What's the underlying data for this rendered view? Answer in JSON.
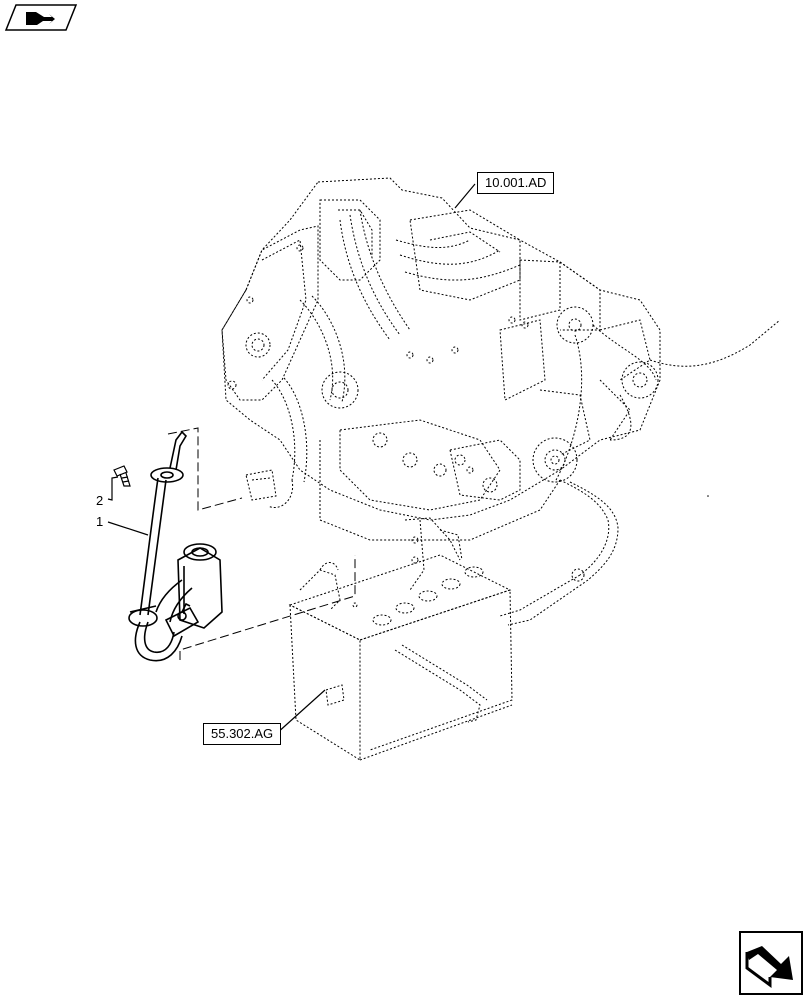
{
  "references": {
    "engine_ref": "10.001.AD",
    "battery_ref": "55.302.AG"
  },
  "callouts": {
    "item_1": "1",
    "item_2": "2"
  },
  "nav": {
    "prev_icon": "navigation-back-arrow-icon",
    "next_icon": "navigation-forward-arrow-icon"
  }
}
